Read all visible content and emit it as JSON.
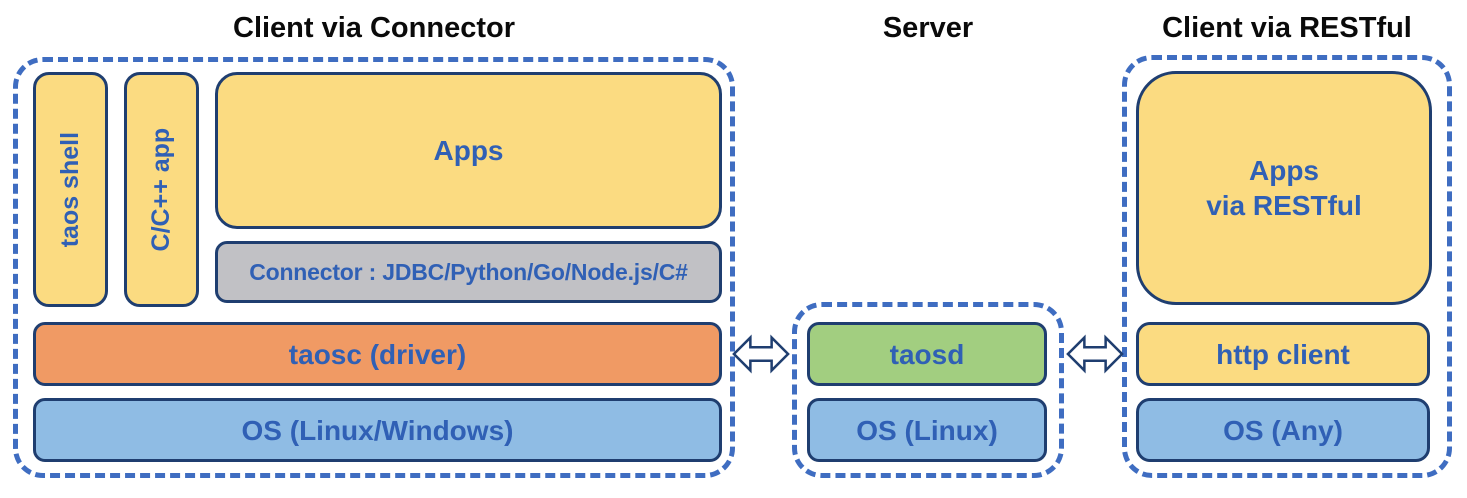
{
  "palette": {
    "dash_border": "#3f6dc1",
    "box_border": "#1f3e70",
    "label_blue": "#3060b5",
    "title_black": "#0a0a0a",
    "yellow": "#fbdb81",
    "orange": "#f09a64",
    "blue": "#8fbce4",
    "green": "#a2ce80",
    "gray": "#c1c1c5"
  },
  "sections": {
    "client_connector": {
      "title": "Client via Connector",
      "boxes": {
        "taos_shell": "taos shell",
        "cpp_app": "C/C++ app",
        "apps": "Apps",
        "connector": "Connector : JDBC/Python/Go/Node.js/C#",
        "taosc": "taosc (driver)",
        "os": "OS (Linux/Windows)"
      }
    },
    "server": {
      "title": "Server",
      "boxes": {
        "taosd": "taosd",
        "os": "OS (Linux)"
      }
    },
    "client_restful": {
      "title": "Client via RESTful",
      "boxes": {
        "apps": "Apps\nvia RESTful",
        "http_client": "http client",
        "os": "OS (Any)"
      }
    }
  },
  "connectors": [
    {
      "between": [
        "client_connector",
        "server"
      ],
      "type": "bidirectional-arrow"
    },
    {
      "between": [
        "server",
        "client_restful"
      ],
      "type": "bidirectional-arrow"
    }
  ]
}
